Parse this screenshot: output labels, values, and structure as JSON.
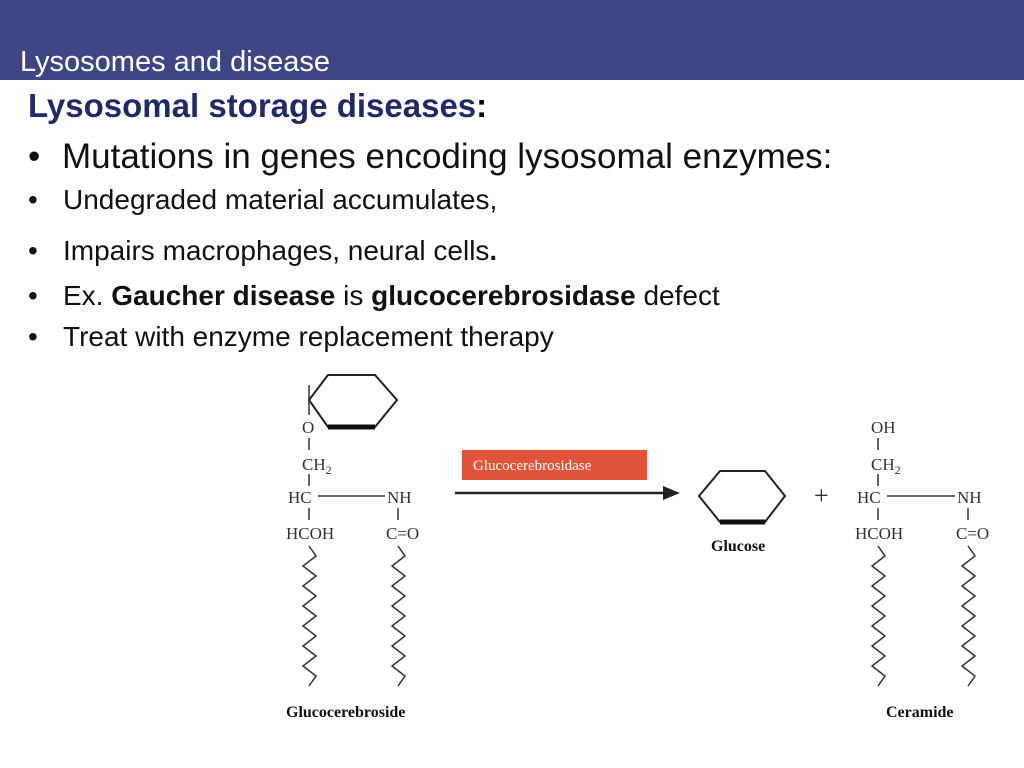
{
  "slide": {
    "title": "Lysosomes and disease",
    "heading": "Lysosomal storage diseases",
    "heading_colon": ":",
    "bullet_glyph": "•",
    "bullets": [
      "Mutations in genes encoding lysosomal enzymes:",
      "Undegraded material accumulates,",
      "Impairs macrophages, neural cells",
      {
        "pre": "Ex. ",
        "bold1": "Gaucher disease",
        "mid": " is ",
        "bold2": "glucocerebrosidase",
        "post": " defect"
      },
      "Treat with enzyme replacement therapy"
    ],
    "bullet3_period": "."
  },
  "figure": {
    "enzyme_label": "Glucocerebrosidase",
    "substrate_label": "Glucocerebroside",
    "product1_label": "Glucose",
    "product2_label": "Ceramide",
    "plus": "+",
    "groups": {
      "o": "O",
      "ch2": "CH",
      "sub2": "2",
      "hc": "HC",
      "nh": "NH",
      "hcoh": "HCOH",
      "co": "C=O",
      "oh": "OH"
    },
    "colors": {
      "enzyme_box": "#e2543a",
      "title_bar": "#3d4585",
      "heading": "#1f2a6b"
    }
  }
}
